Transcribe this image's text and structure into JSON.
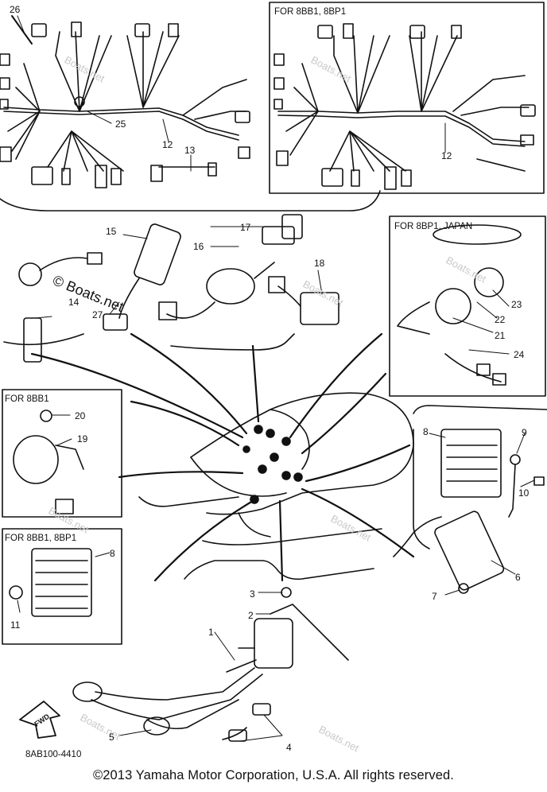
{
  "diagram": {
    "panel_headers": {
      "harness_variant": "FOR 8BB1, 8BP1",
      "switch_japan": "FOR 8BP1, JAPAN",
      "starter_8bb1": "FOR 8BB1",
      "regulator_variant": "FOR 8BB1, 8BP1"
    },
    "callouts": {
      "n1": "1",
      "n2": "2",
      "n3": "3",
      "n4": "4",
      "n5": "5",
      "n6": "6",
      "n7": "7",
      "n8": "8",
      "n8b": "8",
      "n9": "9",
      "n10": "10",
      "n11": "11",
      "n12": "12",
      "n12b": "12",
      "n13": "13",
      "n14": "14",
      "n15": "15",
      "n16": "16",
      "n17": "17",
      "n18": "18",
      "n19": "19",
      "n20": "20",
      "n21": "21",
      "n22": "22",
      "n23": "23",
      "n24": "24",
      "n25": "25",
      "n26": "26",
      "n27": "27"
    },
    "part_code": "8AB100-4410",
    "fwd_label": "FWD",
    "watermark": "© Boats.net",
    "watermark_small": "Boats.net",
    "copyright": "©2013 Yamaha Motor Corporation, U.S.A. All rights reserved."
  }
}
